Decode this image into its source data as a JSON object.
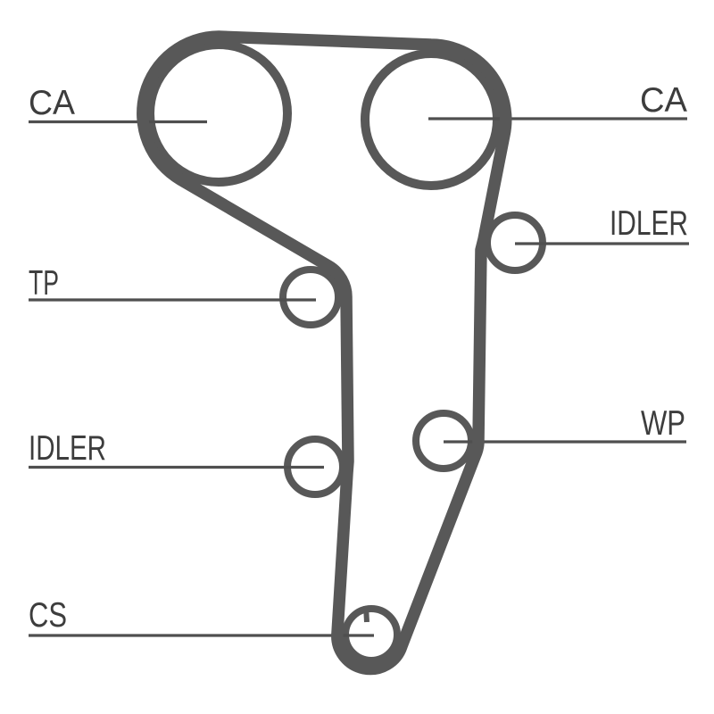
{
  "diagram": {
    "type": "timing-belt-routing",
    "labels": {
      "ca_left": {
        "text": "CA"
      },
      "ca_right": {
        "text": "CA"
      },
      "idler_right": {
        "text": "IDLER"
      },
      "tp": {
        "text": "TP"
      },
      "wp": {
        "text": "WP"
      },
      "idler_left": {
        "text": "IDLER"
      },
      "cs": {
        "text": "CS"
      }
    }
  },
  "colors": {
    "belt": "#585858",
    "line": "#4f4f4f",
    "label": "#3d3d3d",
    "background": "#ffffff"
  }
}
